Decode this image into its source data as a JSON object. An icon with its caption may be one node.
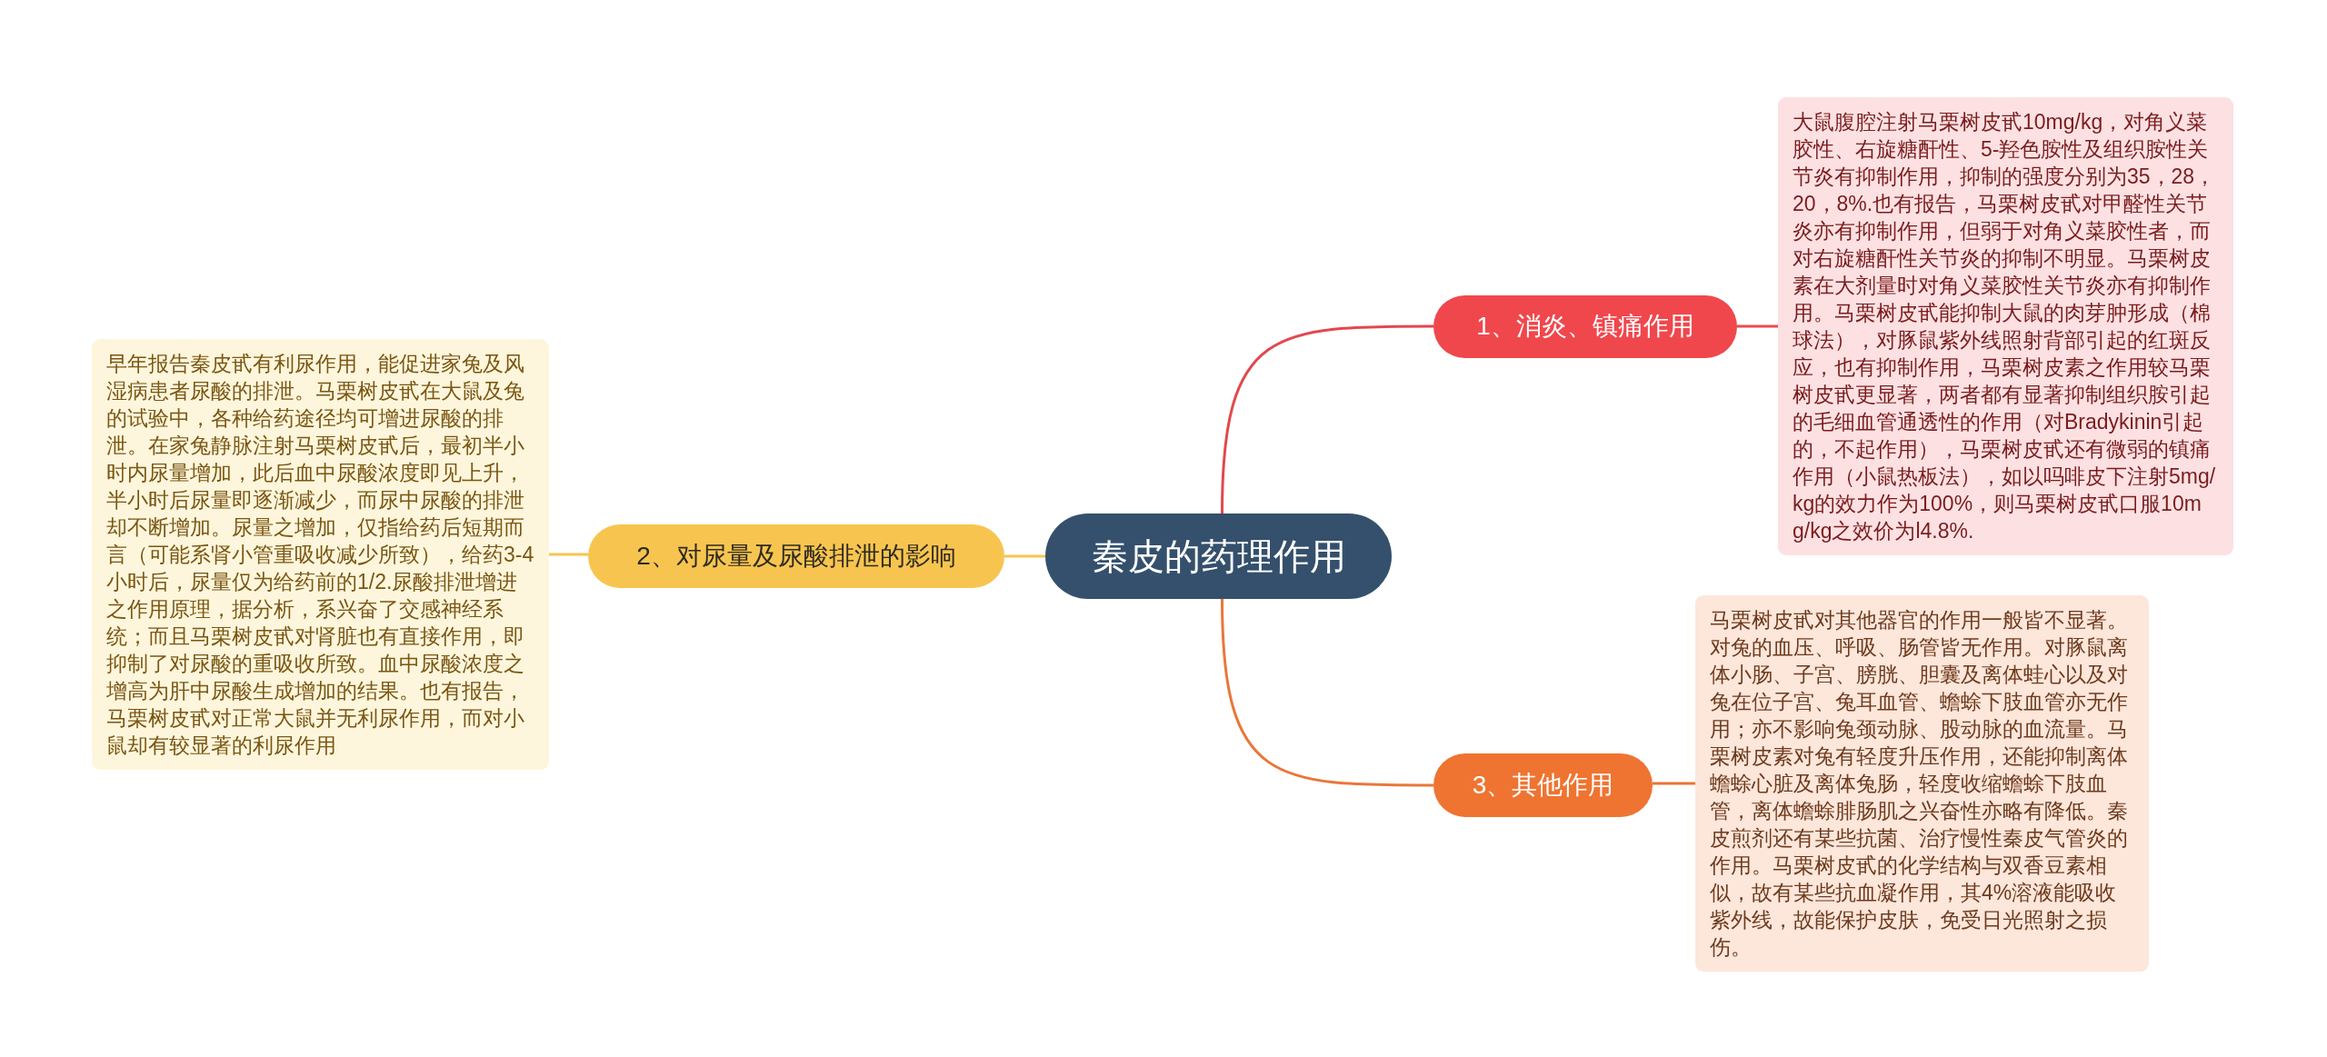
{
  "diagram": {
    "nodes": [
      {
        "text": [
          "秦皮的药理作用"
        ]
      },
      {
        "text": [
          "1、消炎、镇痛作用"
        ]
      },
      {
        "text": [
          "大鼠腹腔注射马栗树皮甙10mg/kg，对角义菜胶性、右旋糖酐性、5-羟色胺性及组织胺性关节炎有抑制作用，抑制的强度分别为35，28，20，8%.也有报告，马栗树皮甙对甲醛性关节炎亦有抑制作用，但弱于对角义菜胶性者，而对右旋糖酐性关节炎的抑制不明显。马栗树皮素在大剂量时对角义菜胶性关节炎亦有抑制作用。马栗树皮甙能抑制大鼠的肉芽肿形成（棉球法），对豚鼠紫外线照射背部引起的红斑反应，也有抑制作用，马栗树皮素之作用较马栗树皮甙更显著，两者都有显著抑制组织胺引起的毛细血管通透性的作用（对Bradykinin引起的，不起作用），马栗树皮甙还有微弱的镇痛作用（小鼠热板法），如以吗啡皮下注射5mg/kg的效力作为100%，则马栗树皮甙口服10mg/kg之效价为l4.8%."
        ]
      },
      {
        "text": [
          "2、对尿量及尿酸排泄的影响"
        ]
      },
      {
        "text": [
          "早年报告秦皮甙有利尿作用，能促进家兔及风湿病患者尿酸的排泄。马栗树皮甙在大鼠及兔的试验中，各种给药途径均可增进尿酸的排泄。在家兔静脉注射马栗树皮甙后，最初半小时内尿量增加，此后血中尿酸浓度即见上升，半小时后尿量即逐渐减少，而尿中尿酸的排泄却不断增加。尿量之增加，仅指给药后短期而言（可能系肾小管重吸收减少所致），给药3-4小时后，尿量仅为给药前的1/2.尿酸排泄增进之作用原理，据分析，系兴奋了交感神经系统；而且马栗树皮甙对肾脏也有直接作用，即抑制了对尿酸的重吸收所致。血中尿酸浓度之增高为肝中尿酸生成增加的结果。也有报告，马栗树皮甙对正常大鼠并无利尿作用，而对小鼠却有较显著的利尿作用"
        ]
      },
      {
        "text": [
          "3、其他作用"
        ]
      },
      {
        "text": [
          "马栗树皮甙对其他器官的作用一般皆不显著。对兔的血压、呼吸、肠管皆无作用。对豚鼠离体小肠、子宫、膀胱、胆囊及离体蛙心以及对兔在位子宫、兔耳血管、蟾蜍下肢血管亦无作用；亦不影响兔颈动脉、股动脉的血流量。马栗树皮素对兔有轻度升压作用，还能抑制离体蟾蜍心脏及离体兔肠，轻度收缩蟾蜍下肢血管，离体蟾蜍腓肠肌之兴奋性亦略有降低。秦皮煎剂还有某些抗菌、治疗慢性秦皮气管炎的作用。马栗树皮甙的化学结构与双香豆素相似，故有某些抗血凝作用，其4%溶液能吸收紫外线，故能保护皮肤，免受日光照射之损伤。"
        ]
      }
    ],
    "edges": [
      {
        "from": 0,
        "to": 1,
        "arrow": "none",
        "color": "#e2484d"
      },
      {
        "from": 1,
        "to": 2,
        "arrow": "none",
        "color": "#ee4a4f"
      },
      {
        "from": 0,
        "to": 3,
        "arrow": "none",
        "color": "#f5c64f"
      },
      {
        "from": 3,
        "to": 4,
        "arrow": "none",
        "color": "#f5c64f"
      },
      {
        "from": 0,
        "to": 5,
        "arrow": "none",
        "color": "#e9773a"
      },
      {
        "from": 5,
        "to": 6,
        "arrow": "none",
        "color": "#ec7332"
      }
    ]
  }
}
